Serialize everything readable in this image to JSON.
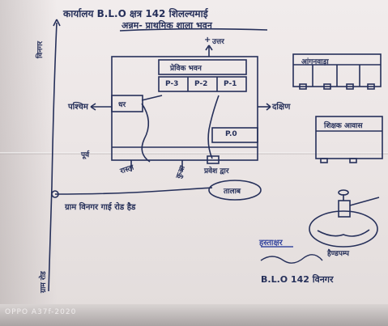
{
  "header": {
    "line1": "कार्यालय B.L.O क्षत्र 142 शिलल्यमाई",
    "line2": "अन्नम- प्राथमिक शाला भवन"
  },
  "map": {
    "top_marker": "+",
    "top_direction": "उत्तर",
    "left_direction": "पश्चिम",
    "right_direction": "दक्षिण",
    "bottom_direction": "पूर्व",
    "school_label": "प्रेविक भवन",
    "room1": "P-3",
    "room2": "P-2",
    "room3": "P-1",
    "left_room": "धर",
    "p0_room": "P.0",
    "path_label": "रास्ता",
    "pond_label": "कुआ",
    "entrance_label": "प्रवेश द्वार",
    "well_label": "तालाब",
    "road_label": "ग्राम विनगर गाई रोड हैड",
    "left_road_top": "विनगर",
    "left_road_bottom": "ग्राम रोड"
  },
  "legend": {
    "building_label": "आंगनवाड़ा",
    "teacher_label": "शिक्षक आवास",
    "handpump_label": "हैण्डपम्प"
  },
  "signature": {
    "line1": "हस्ताक्षर",
    "line2": "B.L.O 142 विनगर"
  },
  "watermark": "OPPO A37f-2020",
  "colors": {
    "ink": "#26305a",
    "paper": "#ece6e6"
  }
}
